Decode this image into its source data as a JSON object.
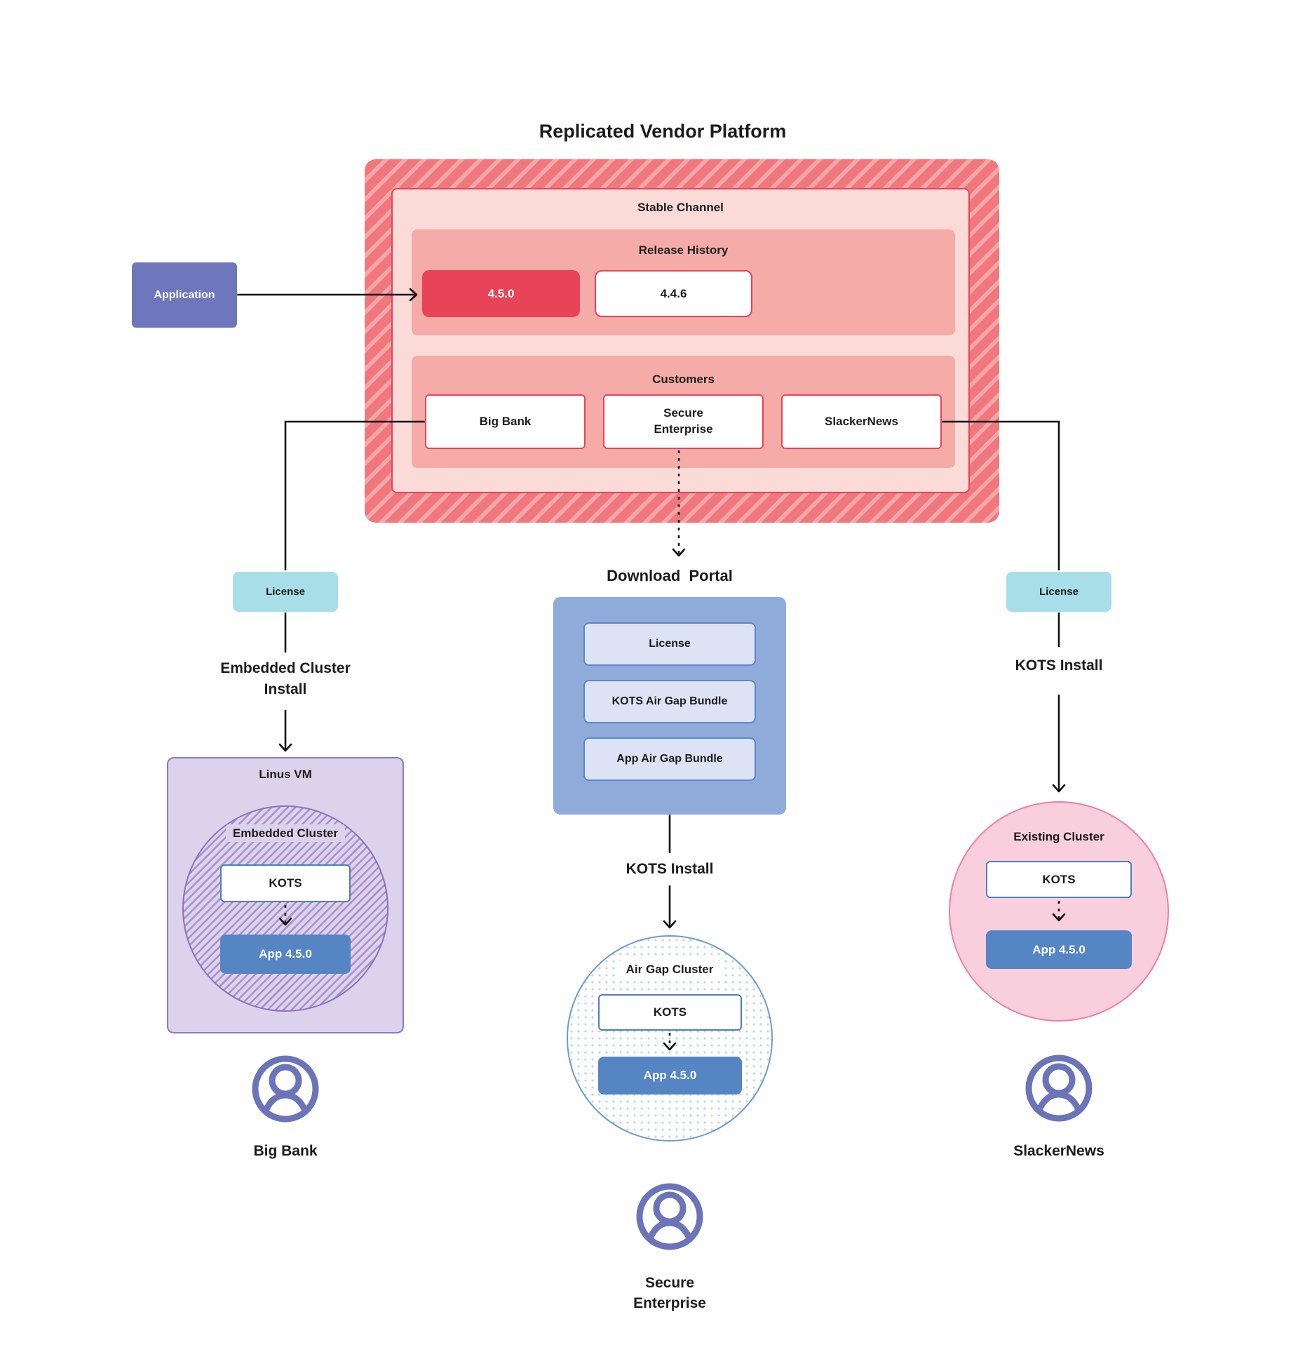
{
  "diagram": {
    "title": "Replicated Vendor Platform",
    "application": {
      "label": "Application"
    },
    "platform": {
      "channel_title": "Stable Channel",
      "release_history": {
        "title": "Release History",
        "releases": [
          "4.5.0",
          "4.4.6"
        ]
      },
      "customers": {
        "title": "Customers",
        "items": [
          "Big Bank",
          "Secure Enterprise",
          "SlackerNews"
        ]
      }
    },
    "left": {
      "license_label": "License",
      "install_line1": "Embedded Cluster",
      "install_line2": "Install",
      "vm_title": "Linus VM",
      "cluster_label": "Embedded Cluster",
      "kots_label": "KOTS",
      "app_label": "App 4.5.0",
      "user_label": "Big Bank"
    },
    "middle": {
      "portal_title": "Download  Portal",
      "portal_items": [
        "License",
        "KOTS Air Gap Bundle",
        "App Air Gap Bundle"
      ],
      "install_label": "KOTS Install",
      "cluster_label": "Air Gap Cluster",
      "kots_label": "KOTS",
      "app_label": "App 4.5.0",
      "user_line1": "Secure",
      "user_line2": "Enterprise"
    },
    "right": {
      "license_label": "License",
      "install_label": "KOTS Install",
      "cluster_label": "Existing Cluster",
      "kots_label": "KOTS",
      "app_label": "App 4.5.0",
      "user_label": "SlackerNews"
    },
    "colors": {
      "platform_hatch_base": "#F0787C",
      "platform_hatch_stripe": "#F5A6A9",
      "channel_fill": "#FBDBD8",
      "accent_red": "#E8435A",
      "release_fill": "#F5ABA8",
      "highlight_release_fill": "#E84356",
      "application_fill": "#6F77BC",
      "license_fill": "#A7DEE8",
      "portal_fill": "#8FABDA",
      "portal_item_fill": "#DDE2F4",
      "portal_item_border": "#5E86C8",
      "vm_fill": "#DCD2EB",
      "vm_border": "#8C7BBB",
      "cluster_hatch_stripe": "#A78FCA",
      "kots_border": "#4E7FBE",
      "app_fill": "#5585C3",
      "airgap_border": "#6C9BD2",
      "airgap_dot": "#BED3EE",
      "existing_fill": "#F9CEDD",
      "existing_border": "#EE7FA3",
      "user_icon": "#6B74B8",
      "line": "#111111"
    }
  }
}
